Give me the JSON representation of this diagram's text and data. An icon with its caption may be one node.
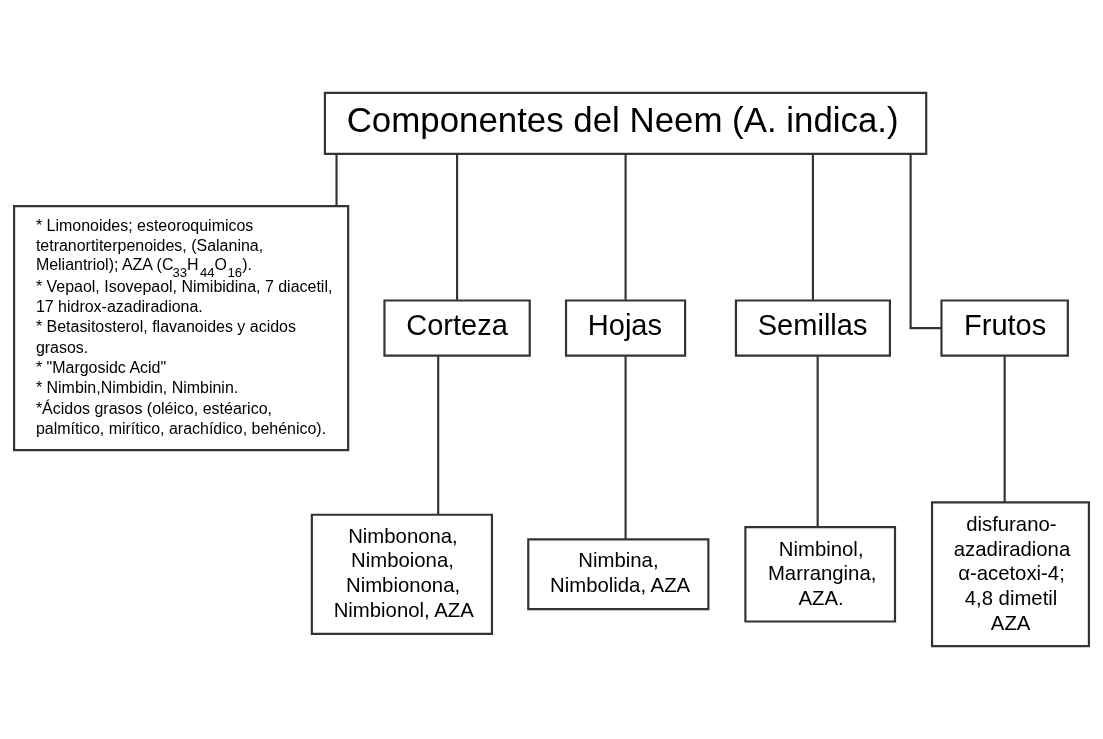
{
  "diagram": {
    "nodes": [
      {
        "text": [
          "Componentes del Neem (A. indica.)"
        ]
      },
      {
        "text": [
          "* Limonoides; esteoroquimicos tetranortiterpenoides, (Salanina, Meliantriol); AZA (C$_{33}$H$_{44}$O$_{16}$).",
          "* Vepaol, Isovepaol, Nimibidina, 7 diacetil, 17 hidrox-azadiradiona.",
          "* Betasitosterol, flavanoides y acidos grasos.",
          "* \"Margosidc Acid\"",
          "* Nimbin,Nimbidin, Nimbinin.",
          "*Ácidos grasos (oléico, estéarico, palmítico, mirítico, arachídico, behénico)."
        ]
      },
      {
        "text": [
          "Corteza"
        ]
      },
      {
        "text": [
          "Hojas"
        ]
      },
      {
        "text": [
          "Semillas"
        ]
      },
      {
        "text": [
          "Frutos"
        ]
      },
      {
        "text": [
          "Nimbonona, Nimboiona, Nimbionona, Nimbionol, AZA"
        ]
      },
      {
        "text": [
          "Nimbina, Nimbolida, AZA"
        ]
      },
      {
        "text": [
          "Nimbinol, Marrangina, AZA."
        ]
      },
      {
        "text": [
          "disfurano- azadiradiona α-acetoxi-4; 4,8 dimetil AZA"
        ]
      }
    ],
    "edges": [
      {
        "from": 0,
        "to": 1,
        "arrow": "none"
      },
      {
        "from": 0,
        "to": 2,
        "arrow": "none"
      },
      {
        "from": 0,
        "to": 3,
        "arrow": "none"
      },
      {
        "from": 0,
        "to": 4,
        "arrow": "none"
      },
      {
        "from": 0,
        "to": 5,
        "arrow": "none"
      },
      {
        "from": 2,
        "to": 6,
        "arrow": "none"
      },
      {
        "from": 3,
        "to": 7,
        "arrow": "none"
      },
      {
        "from": 4,
        "to": 8,
        "arrow": "none"
      },
      {
        "from": 5,
        "to": 9,
        "arrow": "none"
      }
    ]
  }
}
